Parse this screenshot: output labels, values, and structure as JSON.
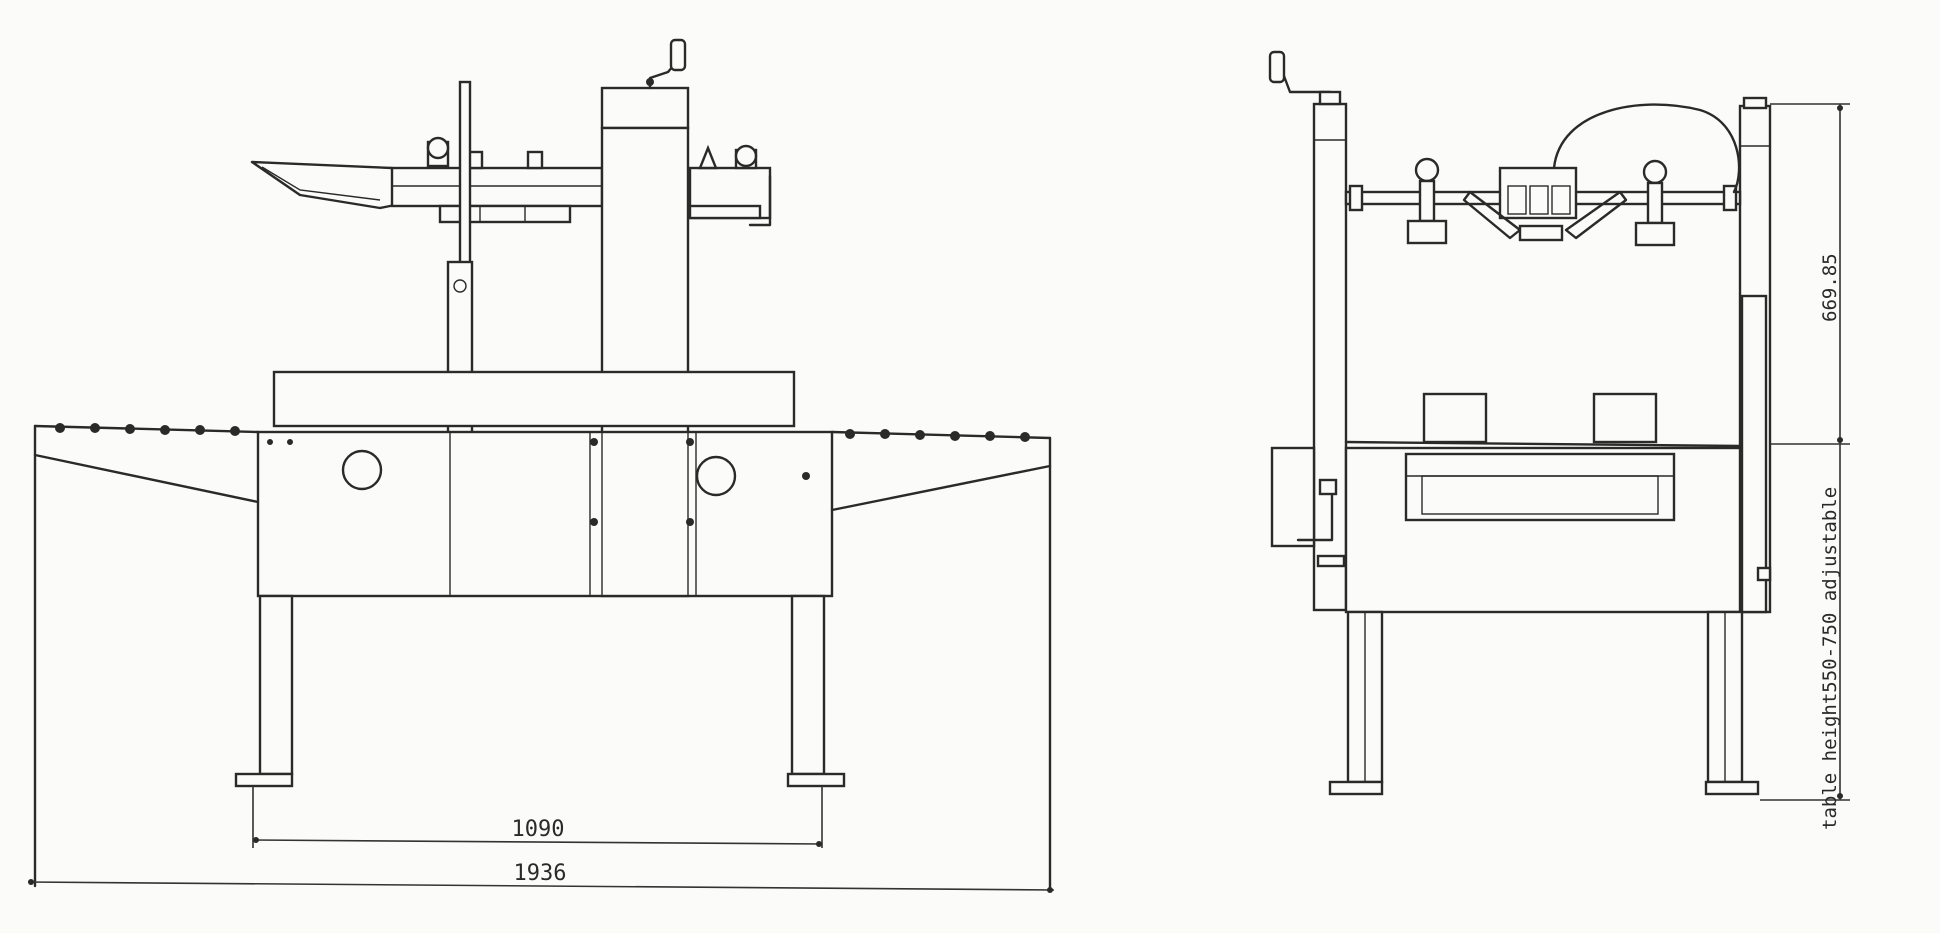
{
  "drawing": {
    "front_view": {
      "dim_leg_spacing": "1090",
      "dim_overall_length": "1936"
    },
    "side_view": {
      "dim_height": "669.85",
      "dim_table_height": "table height550-750 adjustable"
    }
  },
  "colors": {
    "line": "#2a2a2a",
    "background": "#fbfbf9"
  }
}
